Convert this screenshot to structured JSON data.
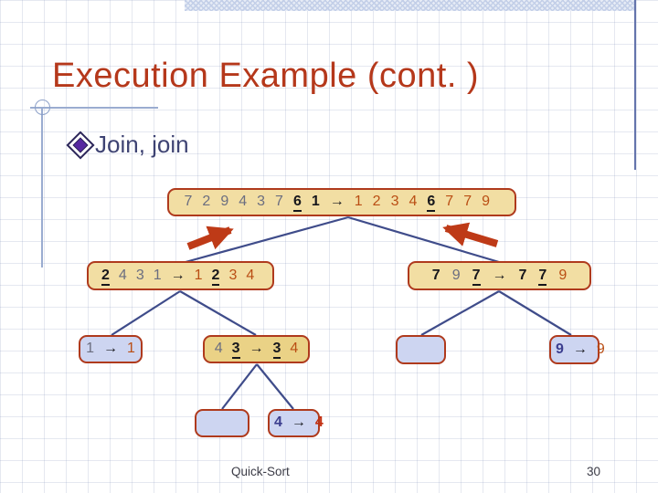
{
  "slide": {
    "title": "Execution Example (cont. )",
    "bullet_text": "Join, join",
    "footer_left": "Quick-Sort",
    "page_number": "30"
  },
  "colors": {
    "title": "#b5381b",
    "bullet_text": "#3e4373",
    "box_border": "#af3a1d",
    "gold_fill": "#f2dea3",
    "gold_fill_deep": "#ead286",
    "lavender_fill": "#cdd5f1",
    "unsorted_gray": "#6b6e80",
    "sorted_orange": "#ba4e14",
    "pivot_black": "#17171c",
    "value_navy": "#3c3e8f",
    "value_red": "#c23012",
    "tree_line": "#3f4c8a",
    "join_arrow": "#be3a17"
  },
  "tree": {
    "root": {
      "tokens": [
        {
          "t": "7",
          "c": "g"
        },
        {
          "t": "2",
          "c": "g"
        },
        {
          "t": "9",
          "c": "g"
        },
        {
          "t": "4",
          "c": "g"
        },
        {
          "t": "3",
          "c": "g"
        },
        {
          "t": "7",
          "c": "g"
        },
        {
          "t": "6",
          "c": "k",
          "u": true
        },
        {
          "t": "1",
          "c": "k"
        },
        {
          "t": "→",
          "c": "k"
        },
        {
          "t": "1",
          "c": "o"
        },
        {
          "t": "2",
          "c": "o"
        },
        {
          "t": "3",
          "c": "o"
        },
        {
          "t": "4",
          "c": "o"
        },
        {
          "t": "6",
          "c": "k",
          "u": true
        },
        {
          "t": "7",
          "c": "o"
        },
        {
          "t": "7",
          "c": "o"
        },
        {
          "t": "9",
          "c": "o"
        }
      ]
    },
    "left_child": {
      "tokens": [
        {
          "t": "2",
          "c": "k",
          "u": true
        },
        {
          "t": "4",
          "c": "g"
        },
        {
          "t": "3",
          "c": "g"
        },
        {
          "t": "1",
          "c": "g"
        },
        {
          "t": "→",
          "c": "k"
        },
        {
          "t": "1",
          "c": "o"
        },
        {
          "t": "2",
          "c": "k",
          "u": true
        },
        {
          "t": "3",
          "c": "o"
        },
        {
          "t": "4",
          "c": "o"
        }
      ]
    },
    "right_child": {
      "tokens": [
        {
          "t": "7",
          "c": "k"
        },
        {
          "t": "9",
          "c": "g"
        },
        {
          "t": "7",
          "c": "k",
          "u": true
        },
        {
          "t": "→",
          "c": "k"
        },
        {
          "t": "7",
          "c": "k"
        },
        {
          "t": "7",
          "c": "k",
          "u": true
        },
        {
          "t": "9",
          "c": "o"
        }
      ]
    },
    "leaf_1": {
      "tokens": [
        {
          "t": "1",
          "c": "g"
        },
        {
          "t": "→",
          "c": "k"
        },
        {
          "t": "1",
          "c": "o"
        }
      ]
    },
    "leaf_43": {
      "tokens": [
        {
          "t": "4",
          "c": "g"
        },
        {
          "t": "3",
          "c": "k",
          "u": true
        },
        {
          "t": "→",
          "c": "k"
        },
        {
          "t": "3",
          "c": "k",
          "u": true
        },
        {
          "t": "4",
          "c": "o"
        }
      ]
    },
    "leaf_empty_right": {
      "tokens": []
    },
    "leaf_9": {
      "tokens": [
        {
          "t": "9",
          "c": "n"
        },
        {
          "t": "→",
          "c": "k"
        },
        {
          "t": "9",
          "c": "o"
        }
      ]
    },
    "leaf_empty_bottom": {
      "tokens": []
    },
    "leaf_4": {
      "tokens": [
        {
          "t": "4",
          "c": "n"
        },
        {
          "t": "→",
          "c": "k"
        },
        {
          "t": "4",
          "c": "r"
        }
      ]
    }
  }
}
